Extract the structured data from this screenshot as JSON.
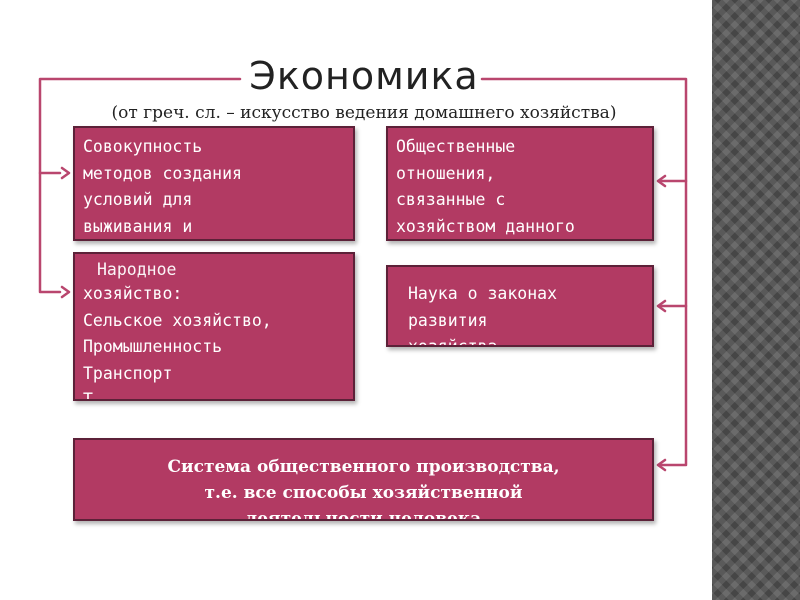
{
  "title": "Экономика",
  "subtitle": "(от греч. сл. – искусство ведения домашнего хозяйства)",
  "boxes": {
    "methods": "Совокупность\nметодов создания\nусловий для\nвыживания и\nпрогресса\nчеловечества",
    "relations": "Общественные\nотношения,\nсвязанные с\nхозяйством данного",
    "national_economy_title": "Народное",
    "national_economy": "хозяйство:\nСельское хозяйство,\nПромышленность\nТранспорт\nТ",
    "science": "Наука о законах\nразвития\nхозяйства",
    "system": "Система общественного производства,\nт.е. все способы хозяйственной\nдеятельности человека"
  },
  "colors": {
    "box_fill": "#b23a63",
    "box_border": "#5c2138",
    "connector": "#b9466e",
    "text": "#ffffff",
    "title_text": "#222222"
  }
}
